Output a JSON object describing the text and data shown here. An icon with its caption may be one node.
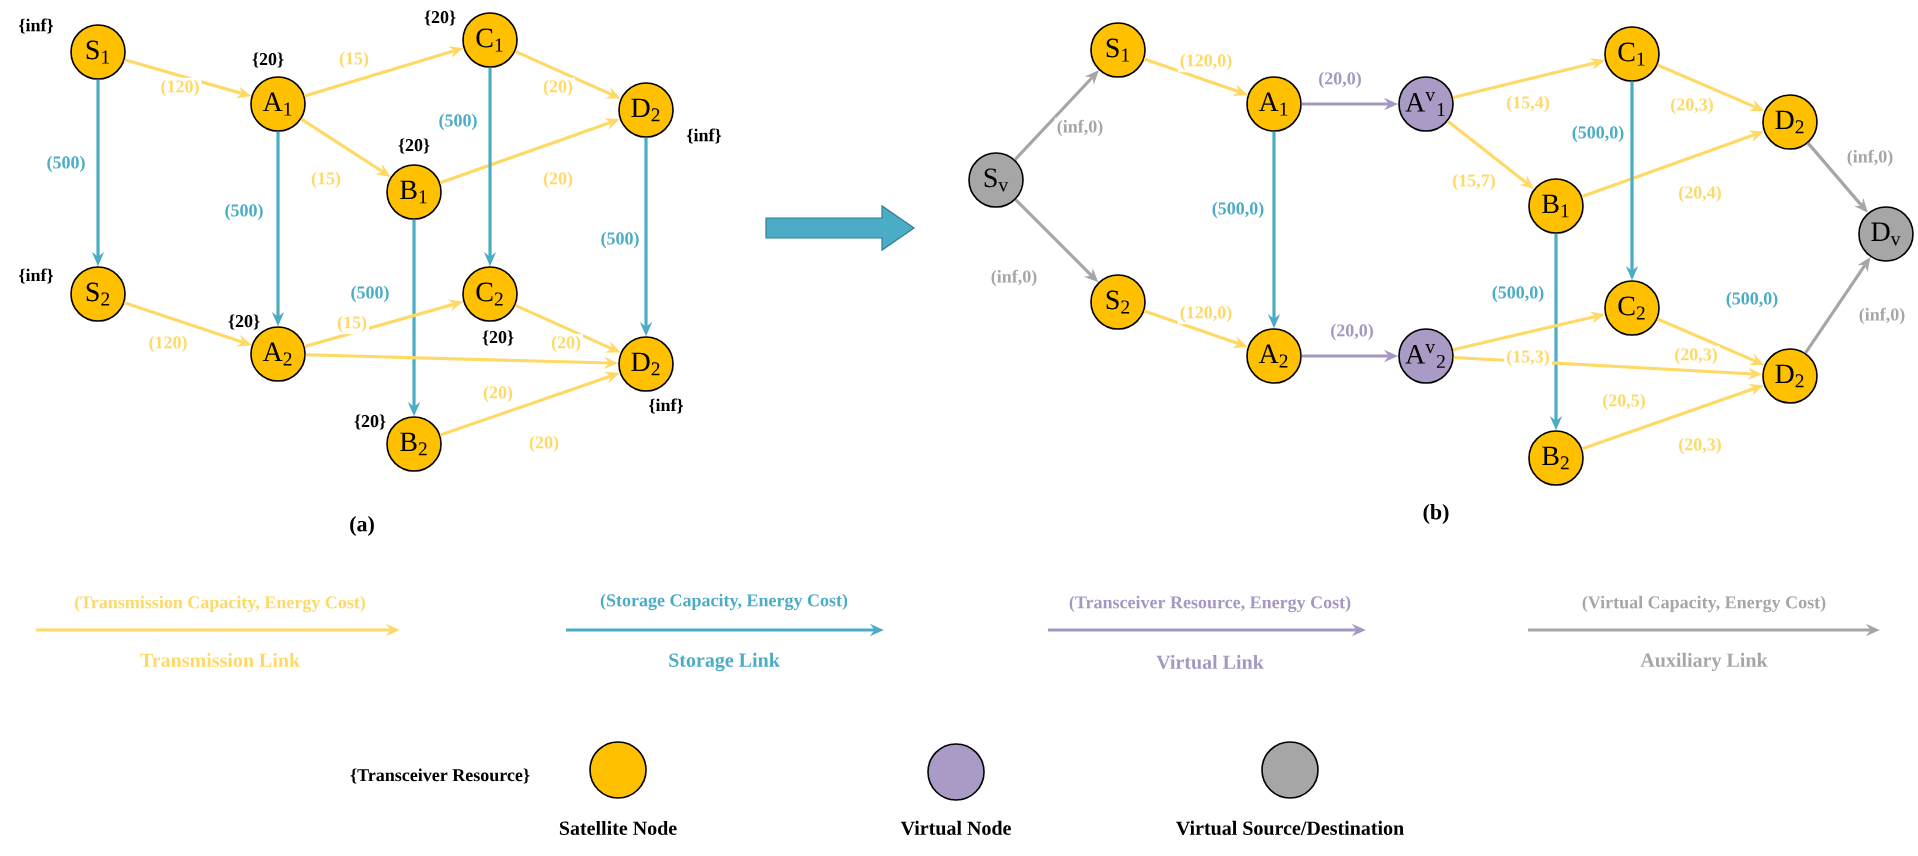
{
  "diagram": {
    "nodes": [
      {
        "text": [
          "S$_{1}$"
        ],
        "beside": [
          "{inf}"
        ]
      },
      {
        "text": [
          "A$_{1}$"
        ],
        "beside": [
          "{20}"
        ]
      },
      {
        "text": [
          "C$_{1}$"
        ],
        "beside": [
          "{20}"
        ]
      },
      {
        "text": [
          "D$_{2}$"
        ],
        "beside": [
          "{inf}"
        ]
      },
      {
        "text": [
          "B$_{1}$"
        ],
        "beside": [
          "{20}"
        ]
      },
      {
        "text": [
          "S$_{2}$"
        ],
        "beside": [
          "{inf}"
        ]
      },
      {
        "text": [
          "A$_{2}$"
        ],
        "beside": [
          "{20}"
        ]
      },
      {
        "text": [
          "C$_{2}$"
        ],
        "beside": [
          "{20}"
        ]
      },
      {
        "text": [
          "D$_{2}$"
        ],
        "beside": [
          "{inf}"
        ]
      },
      {
        "text": [
          "B$_{2}$"
        ],
        "beside": [
          "{20}"
        ]
      },
      {
        "text": [
          "S$_{v}$"
        ]
      },
      {
        "text": [
          "S$_{1}$"
        ]
      },
      {
        "text": [
          "S$_{2}$"
        ]
      },
      {
        "text": [
          "A$_{1}$"
        ]
      },
      {
        "text": [
          "A$_{2}$"
        ]
      },
      {
        "text": [
          "A$^{v}$$_{1}$"
        ]
      },
      {
        "text": [
          "A$^{v}$$_{2}$"
        ]
      },
      {
        "text": [
          "C$_{1}$"
        ]
      },
      {
        "text": [
          "B$_{1}$"
        ]
      },
      {
        "text": [
          "C$_{2}$"
        ]
      },
      {
        "text": [
          "B$_{2}$"
        ]
      },
      {
        "text": [
          "D$_{2}$"
        ]
      },
      {
        "text": [
          "D$_{2}$"
        ]
      },
      {
        "text": [
          "D$_{v}$"
        ]
      }
    ],
    "edges": [
      {
        "from": 0,
        "to": 1,
        "arrow": "to",
        "label": "(120)"
      },
      {
        "from": 1,
        "to": 2,
        "arrow": "to",
        "label": "(15)"
      },
      {
        "from": 2,
        "to": 3,
        "arrow": "to",
        "label": "(20)"
      },
      {
        "from": 1,
        "to": 4,
        "arrow": "to",
        "label": "(15)"
      },
      {
        "from": 4,
        "to": 3,
        "arrow": "to",
        "label": "(20)"
      },
      {
        "from": 0,
        "to": 5,
        "arrow": "to",
        "label": "(500)",
        "color": "#4bacc6"
      },
      {
        "from": 1,
        "to": 6,
        "arrow": "to",
        "label": "(500)",
        "color": "#4bacc6"
      },
      {
        "from": 2,
        "to": 7,
        "arrow": "to",
        "label": "(500)",
        "color": "#4bacc6"
      },
      {
        "from": 3,
        "to": 8,
        "arrow": "to",
        "label": "(500)",
        "color": "#4bacc6"
      },
      {
        "from": 4,
        "to": 9,
        "arrow": "to",
        "label": "(500)",
        "color": "#4bacc6"
      },
      {
        "from": 5,
        "to": 6,
        "arrow": "to",
        "label": "(120)"
      },
      {
        "from": 6,
        "to": 7,
        "arrow": "to",
        "label": "(15)"
      },
      {
        "from": 7,
        "to": 8,
        "arrow": "to",
        "label": "(20)"
      },
      {
        "from": 6,
        "to": 8,
        "arrow": "to",
        "label": "(20)"
      },
      {
        "from": 9,
        "to": 8,
        "arrow": "to",
        "label": "(20)"
      },
      {
        "from": 10,
        "to": 11,
        "arrow": "to",
        "label": "(inf,0)",
        "color": "#a6a6a6"
      },
      {
        "from": 10,
        "to": 12,
        "arrow": "to",
        "label": "(inf,0)",
        "color": "#a6a6a6"
      },
      {
        "from": 11,
        "to": 13,
        "arrow": "to",
        "label": "(120,0)"
      },
      {
        "from": 12,
        "to": 14,
        "arrow": "to",
        "label": "(120,0)"
      },
      {
        "from": 13,
        "to": 15,
        "arrow": "to",
        "label": "(20,0)",
        "color": "#a597c3"
      },
      {
        "from": 14,
        "to": 16,
        "arrow": "to",
        "label": "(20,0)",
        "color": "#a597c3"
      },
      {
        "from": 13,
        "to": 14,
        "arrow": "to",
        "label": "(500,0)",
        "color": "#4bacc6"
      },
      {
        "from": 15,
        "to": 17,
        "arrow": "to",
        "label": "(15,4)"
      },
      {
        "from": 15,
        "to": 18,
        "arrow": "to",
        "label": "(15,7)"
      },
      {
        "from": 17,
        "to": 21,
        "arrow": "to",
        "label": "(20,3)"
      },
      {
        "from": 18,
        "to": 21,
        "arrow": "to",
        "label": "(20,4)"
      },
      {
        "from": 17,
        "to": 19,
        "arrow": "to",
        "label": "(500,0)",
        "color": "#4bacc6"
      },
      {
        "from": 18,
        "to": 20,
        "arrow": "to",
        "label": "(500,0)",
        "color": "#4bacc6"
      },
      {
        "from": 16,
        "to": 19,
        "arrow": "to",
        "label": "(15,3)"
      },
      {
        "from": 16,
        "to": 22,
        "arrow": "to",
        "label": "(20,5)"
      },
      {
        "from": 19,
        "to": 22,
        "arrow": "to",
        "label": "(20,3)"
      },
      {
        "from": 20,
        "to": 22,
        "arrow": "to",
        "label": "(20,3)"
      },
      {
        "from": 21,
        "to": 23,
        "arrow": "to",
        "label": "(inf,0)",
        "color": "#a6a6a6"
      },
      {
        "from": 22,
        "to": 23,
        "arrow": "to",
        "label": "(inf,0)",
        "color": "#a6a6a6"
      }
    ],
    "labels": [
      "(500,0)",
      "(a)",
      "(b)",
      "(Transmission Capacity, Energy Cost)",
      "(Storage Capacity, Energy Cost)",
      "(Transceiver Resource, Energy Cost)",
      "(Virtual Capacity, Energy Cost)",
      "{Transceiver Resource}"
    ],
    "legend": [
      {
        "text": "Transmission Link"
      },
      {
        "text": "Storage Link"
      },
      {
        "text": "Virtual Link"
      },
      {
        "text": "Auxiliary Link"
      },
      {
        "text": "Satellite Node",
        "color": "#ffc000"
      },
      {
        "text": "Virtual Node",
        "color": "#a99bc5"
      },
      {
        "text": "Virtual Source/Destination",
        "color": "#a6a6a6"
      }
    ]
  }
}
